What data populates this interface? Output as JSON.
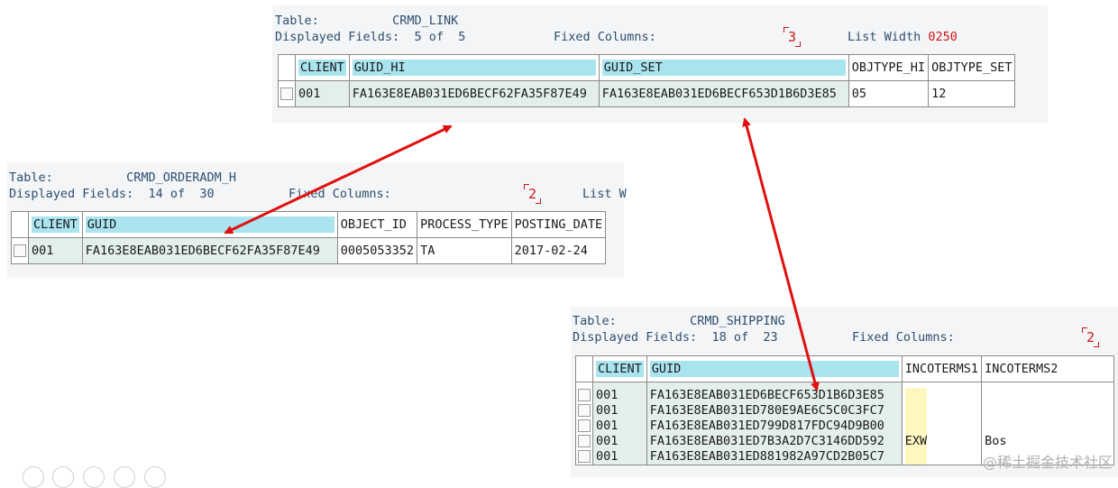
{
  "panels": {
    "link": {
      "table_label": "Table:",
      "table_name": "CRMD_LINK",
      "fields_label": "Displayed Fields:",
      "fields_shown": "5",
      "of": "of",
      "fields_total": "5",
      "fixed_label": "Fixed Columns:",
      "fixed_value": "3",
      "width_label": "List Width",
      "width_value": "0250",
      "columns": [
        "CLIENT",
        "GUID_HI",
        "GUID_SET",
        "OBJTYPE_HI",
        "OBJTYPE_SET"
      ],
      "rows": [
        [
          "001",
          "FA163E8EAB031ED6BECF62FA35F87E49",
          "FA163E8EAB031ED6BECF653D1B6D3E85",
          "05",
          "12"
        ]
      ]
    },
    "orderadm": {
      "table_label": "Table:",
      "table_name": "CRMD_ORDERADM_H",
      "fields_label": "Displayed Fields:",
      "fields_shown": "14",
      "of": "of",
      "fields_total": "30",
      "fixed_label": "Fixed Columns:",
      "fixed_value": "2",
      "width_label": "List W",
      "columns": [
        "CLIENT",
        "GUID",
        "OBJECT_ID",
        "PROCESS_TYPE",
        "POSTING_DATE"
      ],
      "rows": [
        [
          "001",
          "FA163E8EAB031ED6BECF62FA35F87E49",
          "0005053352",
          "TA",
          "2017-02-24"
        ]
      ]
    },
    "shipping": {
      "table_label": "Table:",
      "table_name": "CRMD_SHIPPING",
      "fields_label": "Displayed Fields:",
      "fields_shown": "18",
      "of": "of",
      "fields_total": "23",
      "fixed_label": "Fixed Columns:",
      "fixed_value": "2",
      "columns": [
        "CLIENT",
        "GUID",
        "INCOTERMS1",
        "INCOTERMS2"
      ],
      "clients": [
        "001",
        "001",
        "001",
        "001",
        "001"
      ],
      "guids": [
        "FA163E8EAB031ED6BECF653D1B6D3E85",
        "FA163E8EAB031ED780E9AE6C5C0C3FC7",
        "FA163E8EAB031ED799D817FDC94D9B00",
        "FA163E8EAB031ED7B3A2D7C3146DD592",
        "FA163E8EAB031ED881982A97CD2B05C7"
      ],
      "incoterms1": [
        "",
        "",
        "",
        "EXW",
        ""
      ],
      "incoterms2": [
        "",
        "",
        "",
        "Bos",
        ""
      ]
    }
  },
  "colors": {
    "highlight": "#a9e4ef",
    "arrow": "#e01010",
    "header_text": "#2f4f6f"
  },
  "watermark": "@稀土掘金技术社区"
}
